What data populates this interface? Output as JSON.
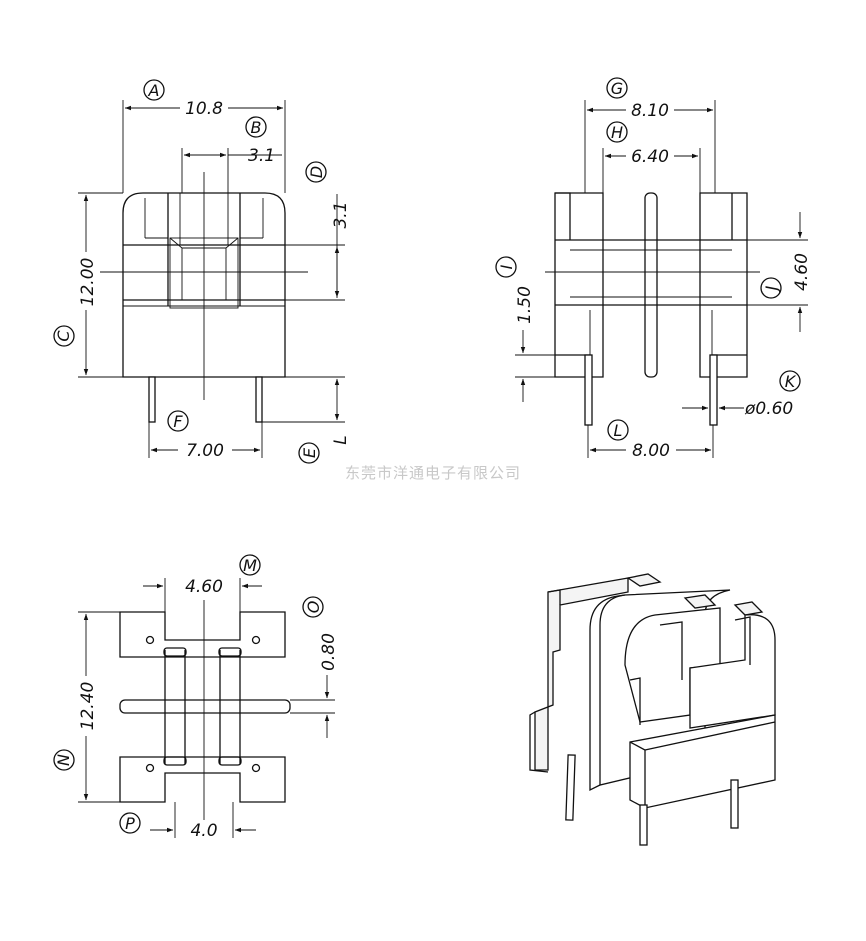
{
  "watermark": "东莞市洋通电子有限公司",
  "dimensions": {
    "A": "10.8",
    "B": "3.1",
    "C": "12.00",
    "D": "3.1",
    "E": "L",
    "F": "7.00",
    "G": "8.10",
    "H": "6.40",
    "I": "1.50",
    "J": "4.60",
    "K": "ø0.60",
    "L": "8.00",
    "M": "4.60",
    "N": "12.40",
    "O": "0.80",
    "P": "4.0"
  },
  "markers": [
    "A",
    "B",
    "C",
    "D",
    "E",
    "F",
    "G",
    "H",
    "I",
    "J",
    "K",
    "L",
    "M",
    "N",
    "O",
    "P"
  ]
}
